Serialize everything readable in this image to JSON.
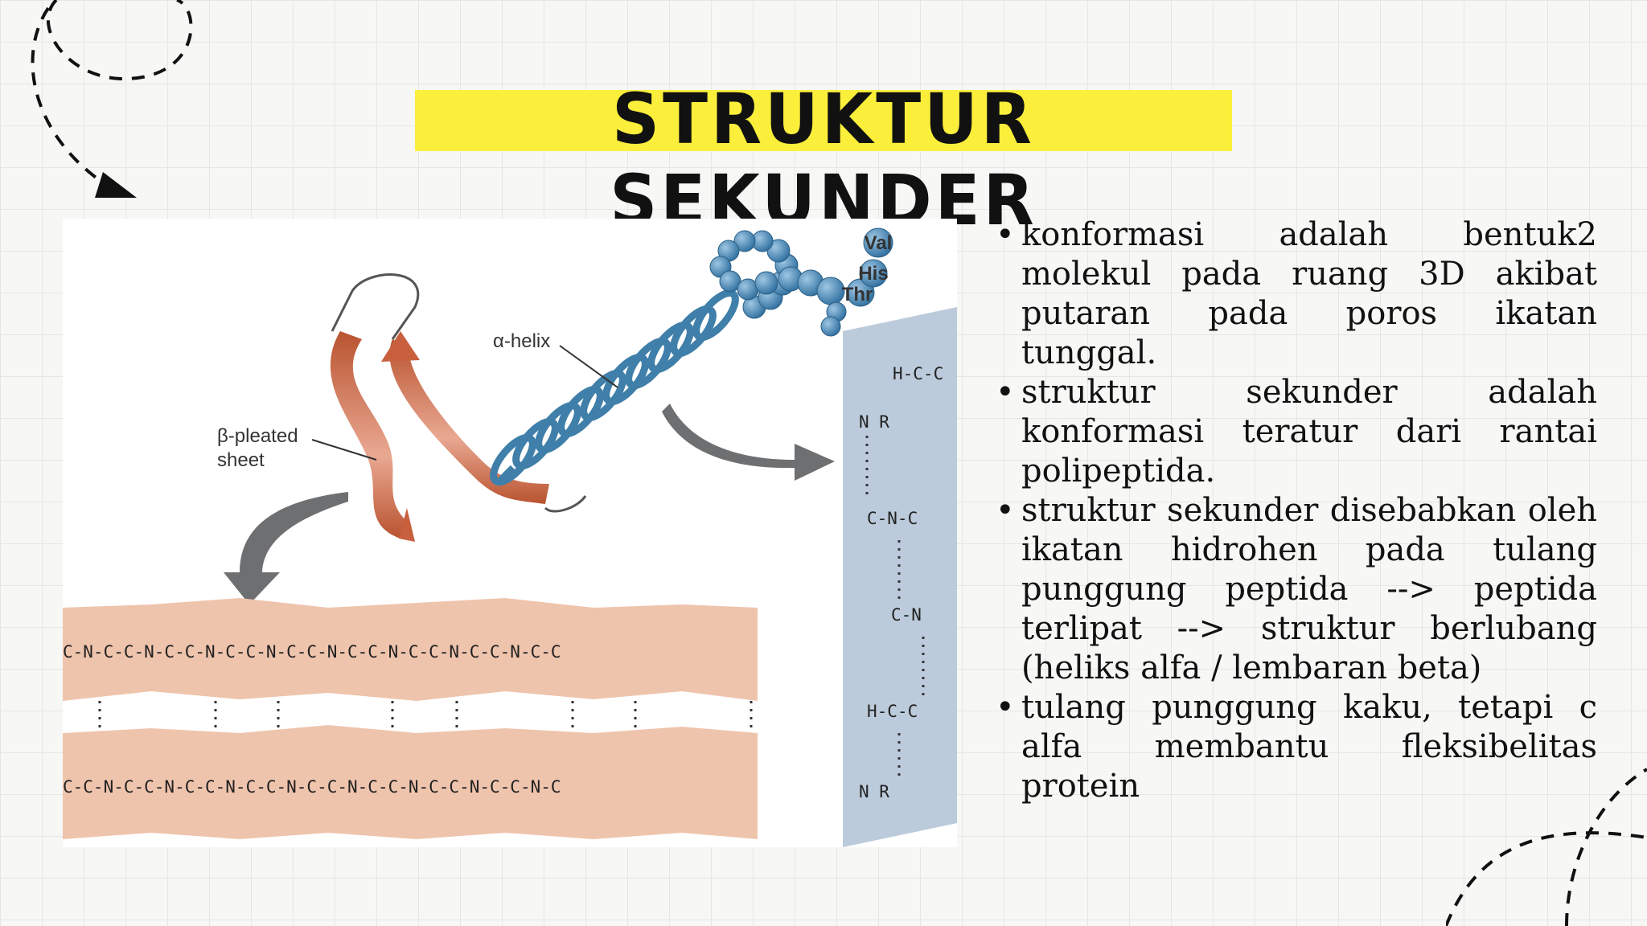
{
  "slide": {
    "title": "STRUKTUR SEKUNDER",
    "colors": {
      "title_highlight": "#fbef3b",
      "beta": "#c8603e",
      "alpha": "#3f7fa9",
      "beta_sheet_bg": "#efc4ad",
      "helix_bg": "#bccbdb"
    }
  },
  "figure": {
    "labels": {
      "alpha_helix": "α-helix",
      "beta_sheet_line1": "β-pleated",
      "beta_sheet_line2": "sheet",
      "val": "Val",
      "his": "His",
      "thr": "Thr"
    }
  },
  "notes": {
    "items": [
      "konformasi adalah bentuk2 molekul pada ruang 3D akibat putaran pada poros ikatan tunggal.",
      "struktur sekunder adalah konformasi teratur dari rantai polipeptida.",
      "struktur sekunder disebabkan oleh ikatan hidrohen pada tulang punggung peptida --> peptida terlipat --> struktur berlubang (heliks alfa / lembaran beta)",
      "tulang punggung kaku, tetapi c alfa membantu fleksibelitas protein"
    ]
  }
}
